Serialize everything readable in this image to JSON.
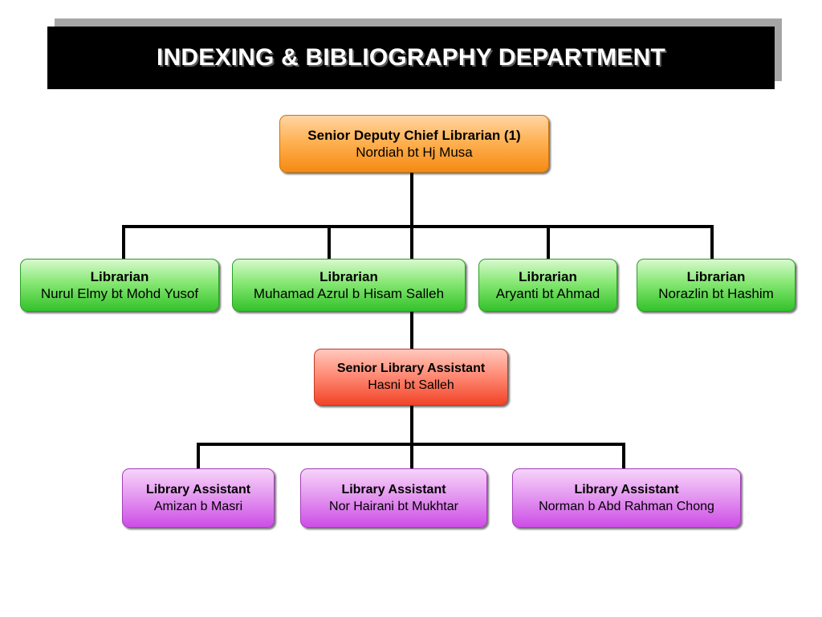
{
  "title": "INDEXING & BIBLIOGRAPHY DEPARTMENT",
  "colors": {
    "head": "#ffb254",
    "librarian": "#86e873",
    "senior_assistant": "#ff8d78",
    "assistant": "#e59af0",
    "connector": "#000000"
  },
  "head": {
    "role": "Senior Deputy Chief Librarian (1)",
    "name": "Nordiah bt Hj Musa"
  },
  "librarians": [
    {
      "role": "Librarian",
      "name": "Nurul Elmy bt Mohd Yusof"
    },
    {
      "role": "Librarian",
      "name": "Muhamad Azrul b Hisam Salleh"
    },
    {
      "role": "Librarian",
      "name": "Aryanti bt Ahmad"
    },
    {
      "role": "Librarian",
      "name": "Norazlin bt Hashim"
    }
  ],
  "senior_assistant": {
    "role": "Senior Library Assistant",
    "name": "Hasni bt Salleh"
  },
  "assistants": [
    {
      "role": "Library Assistant",
      "name": "Amizan b Masri"
    },
    {
      "role": "Library Assistant",
      "name": "Nor Hairani bt Mukhtar"
    },
    {
      "role": "Library Assistant",
      "name": "Norman b Abd Rahman Chong"
    }
  ]
}
